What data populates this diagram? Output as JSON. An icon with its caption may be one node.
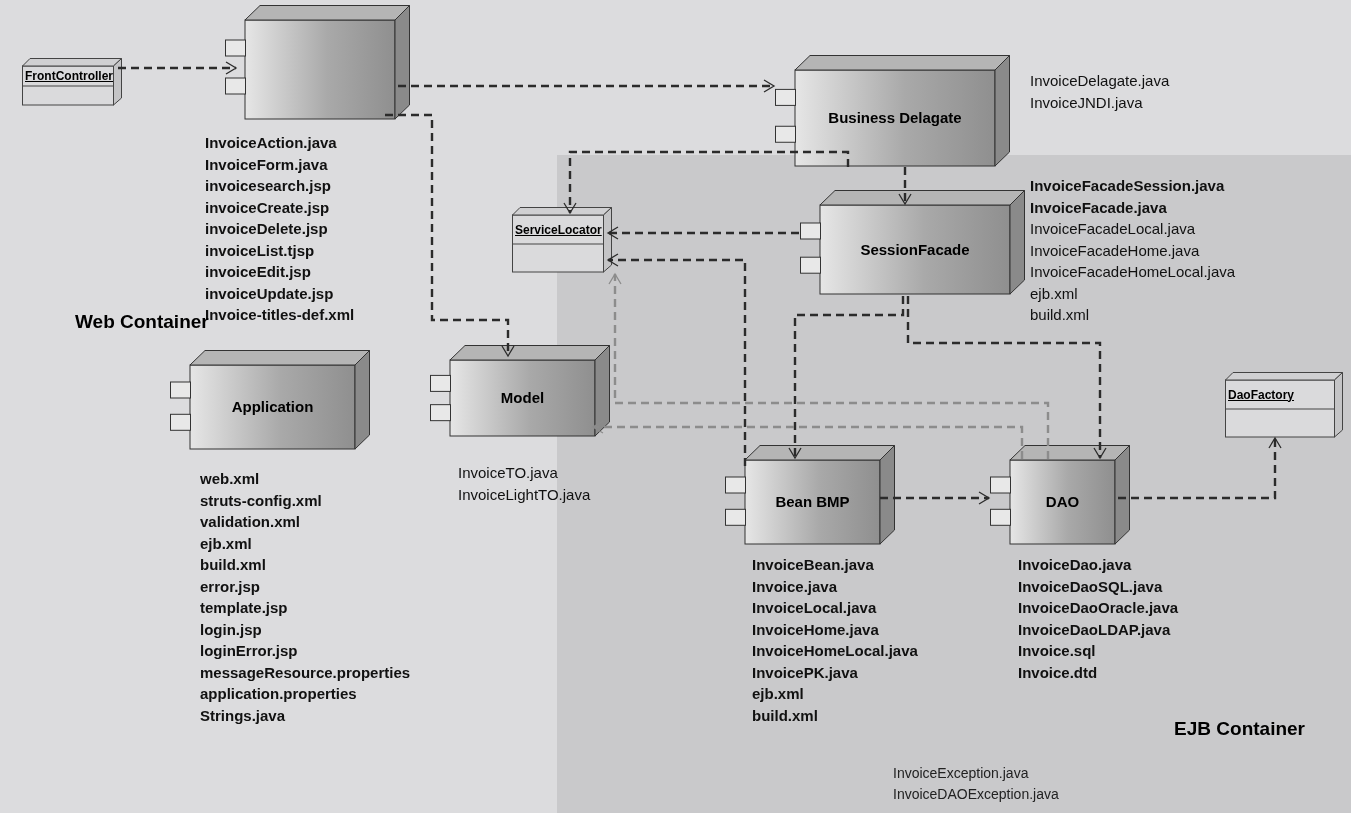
{
  "diagram": {
    "nodes": [
      {
        "text": [
          "EJB Container"
        ]
      },
      {
        "text": [
          "FrontController"
        ]
      },
      {
        "text": [],
        "shape": "box",
        "beside": [
          "InvoiceAction.java",
          "InvoiceForm.java",
          "invoicesearch.jsp",
          "invoiceCreate.jsp",
          "invoiceDelete.jsp",
          "invoiceList.tjsp",
          "invoiceEdit.jsp",
          "invoiceUpdate.jsp",
          "Invoice-titles-def.xml"
        ]
      },
      {
        "text": [
          "Business Delagate"
        ],
        "beside": [
          "InvoiceDelagate.java",
          "InvoiceJNDI.java"
        ]
      },
      {
        "text": [
          "ServiceLocator"
        ]
      },
      {
        "text": [
          "SessionFacade"
        ],
        "in": 0,
        "beside": [
          "**InvoiceFacadeSession.java**",
          "**InvoiceFacade.java**",
          "InvoiceFacadeLocal.java",
          "InvoiceFacadeHome.java",
          "InvoiceFacadeHomeLocal.java",
          "ejb.xml",
          "build.xml"
        ]
      },
      {
        "text": [
          "Model"
        ],
        "beside": [
          "InvoiceTO.java",
          "InvoiceLightTO.java"
        ]
      },
      {
        "text": [
          "Application"
        ],
        "beside": [
          "web.xml",
          "struts-config.xml",
          "validation.xml",
          "ejb.xml",
          "build.xml",
          "error.jsp",
          "template.jsp",
          "login.jsp",
          "loginError.jsp",
          "messageResource.properties",
          "application.properties",
          "Strings.java"
        ]
      },
      {
        "text": [
          "Bean BMP"
        ],
        "in": 0,
        "beside": [
          "InvoiceBean.java",
          "Invoice.java",
          "InvoiceLocal.java",
          "InvoiceHome.java",
          "InvoiceHomeLocal.java",
          "InvoicePK.java",
          "ejb.xml",
          "build.xml"
        ]
      },
      {
        "text": [
          "DAO"
        ],
        "in": 0,
        "beside": [
          "InvoiceDao.java",
          "InvoiceDaoSQL.java",
          "InvoiceDaoOracle.java",
          "InvoiceDaoLDAP.java",
          "Invoice.sql",
          "Invoice.dtd"
        ]
      },
      {
        "text": [
          "DaoFactory"
        ],
        "in": 0
      }
    ],
    "edges": [
      {
        "from": 1,
        "to": 2,
        "arrow": "to"
      },
      {
        "from": 2,
        "to": 3,
        "arrow": "to"
      },
      {
        "from": 2,
        "to": 6,
        "arrow": "to"
      },
      {
        "from": 3,
        "to": 4,
        "arrow": "to"
      },
      {
        "from": 3,
        "to": 5,
        "arrow": "to"
      },
      {
        "from": 5,
        "to": 4,
        "arrow": "to"
      },
      {
        "from": 8,
        "to": 4,
        "arrow": "to"
      },
      {
        "from": 5,
        "to": 8,
        "arrow": "to"
      },
      {
        "from": 5,
        "to": 9,
        "arrow": "to"
      },
      {
        "from": 8,
        "to": 9,
        "arrow": "to"
      },
      {
        "from": 9,
        "to": 10,
        "arrow": "to"
      },
      {
        "from": 9,
        "to": 4,
        "arrow": "to",
        "color": "#8c8c8c"
      },
      {
        "from": 9,
        "to": 6,
        "arrow": "to",
        "color": "#8c8c8c"
      }
    ],
    "labels": [
      "Web Container",
      "InvoiceException.java",
      "InvoiceDAOException.java"
    ]
  }
}
